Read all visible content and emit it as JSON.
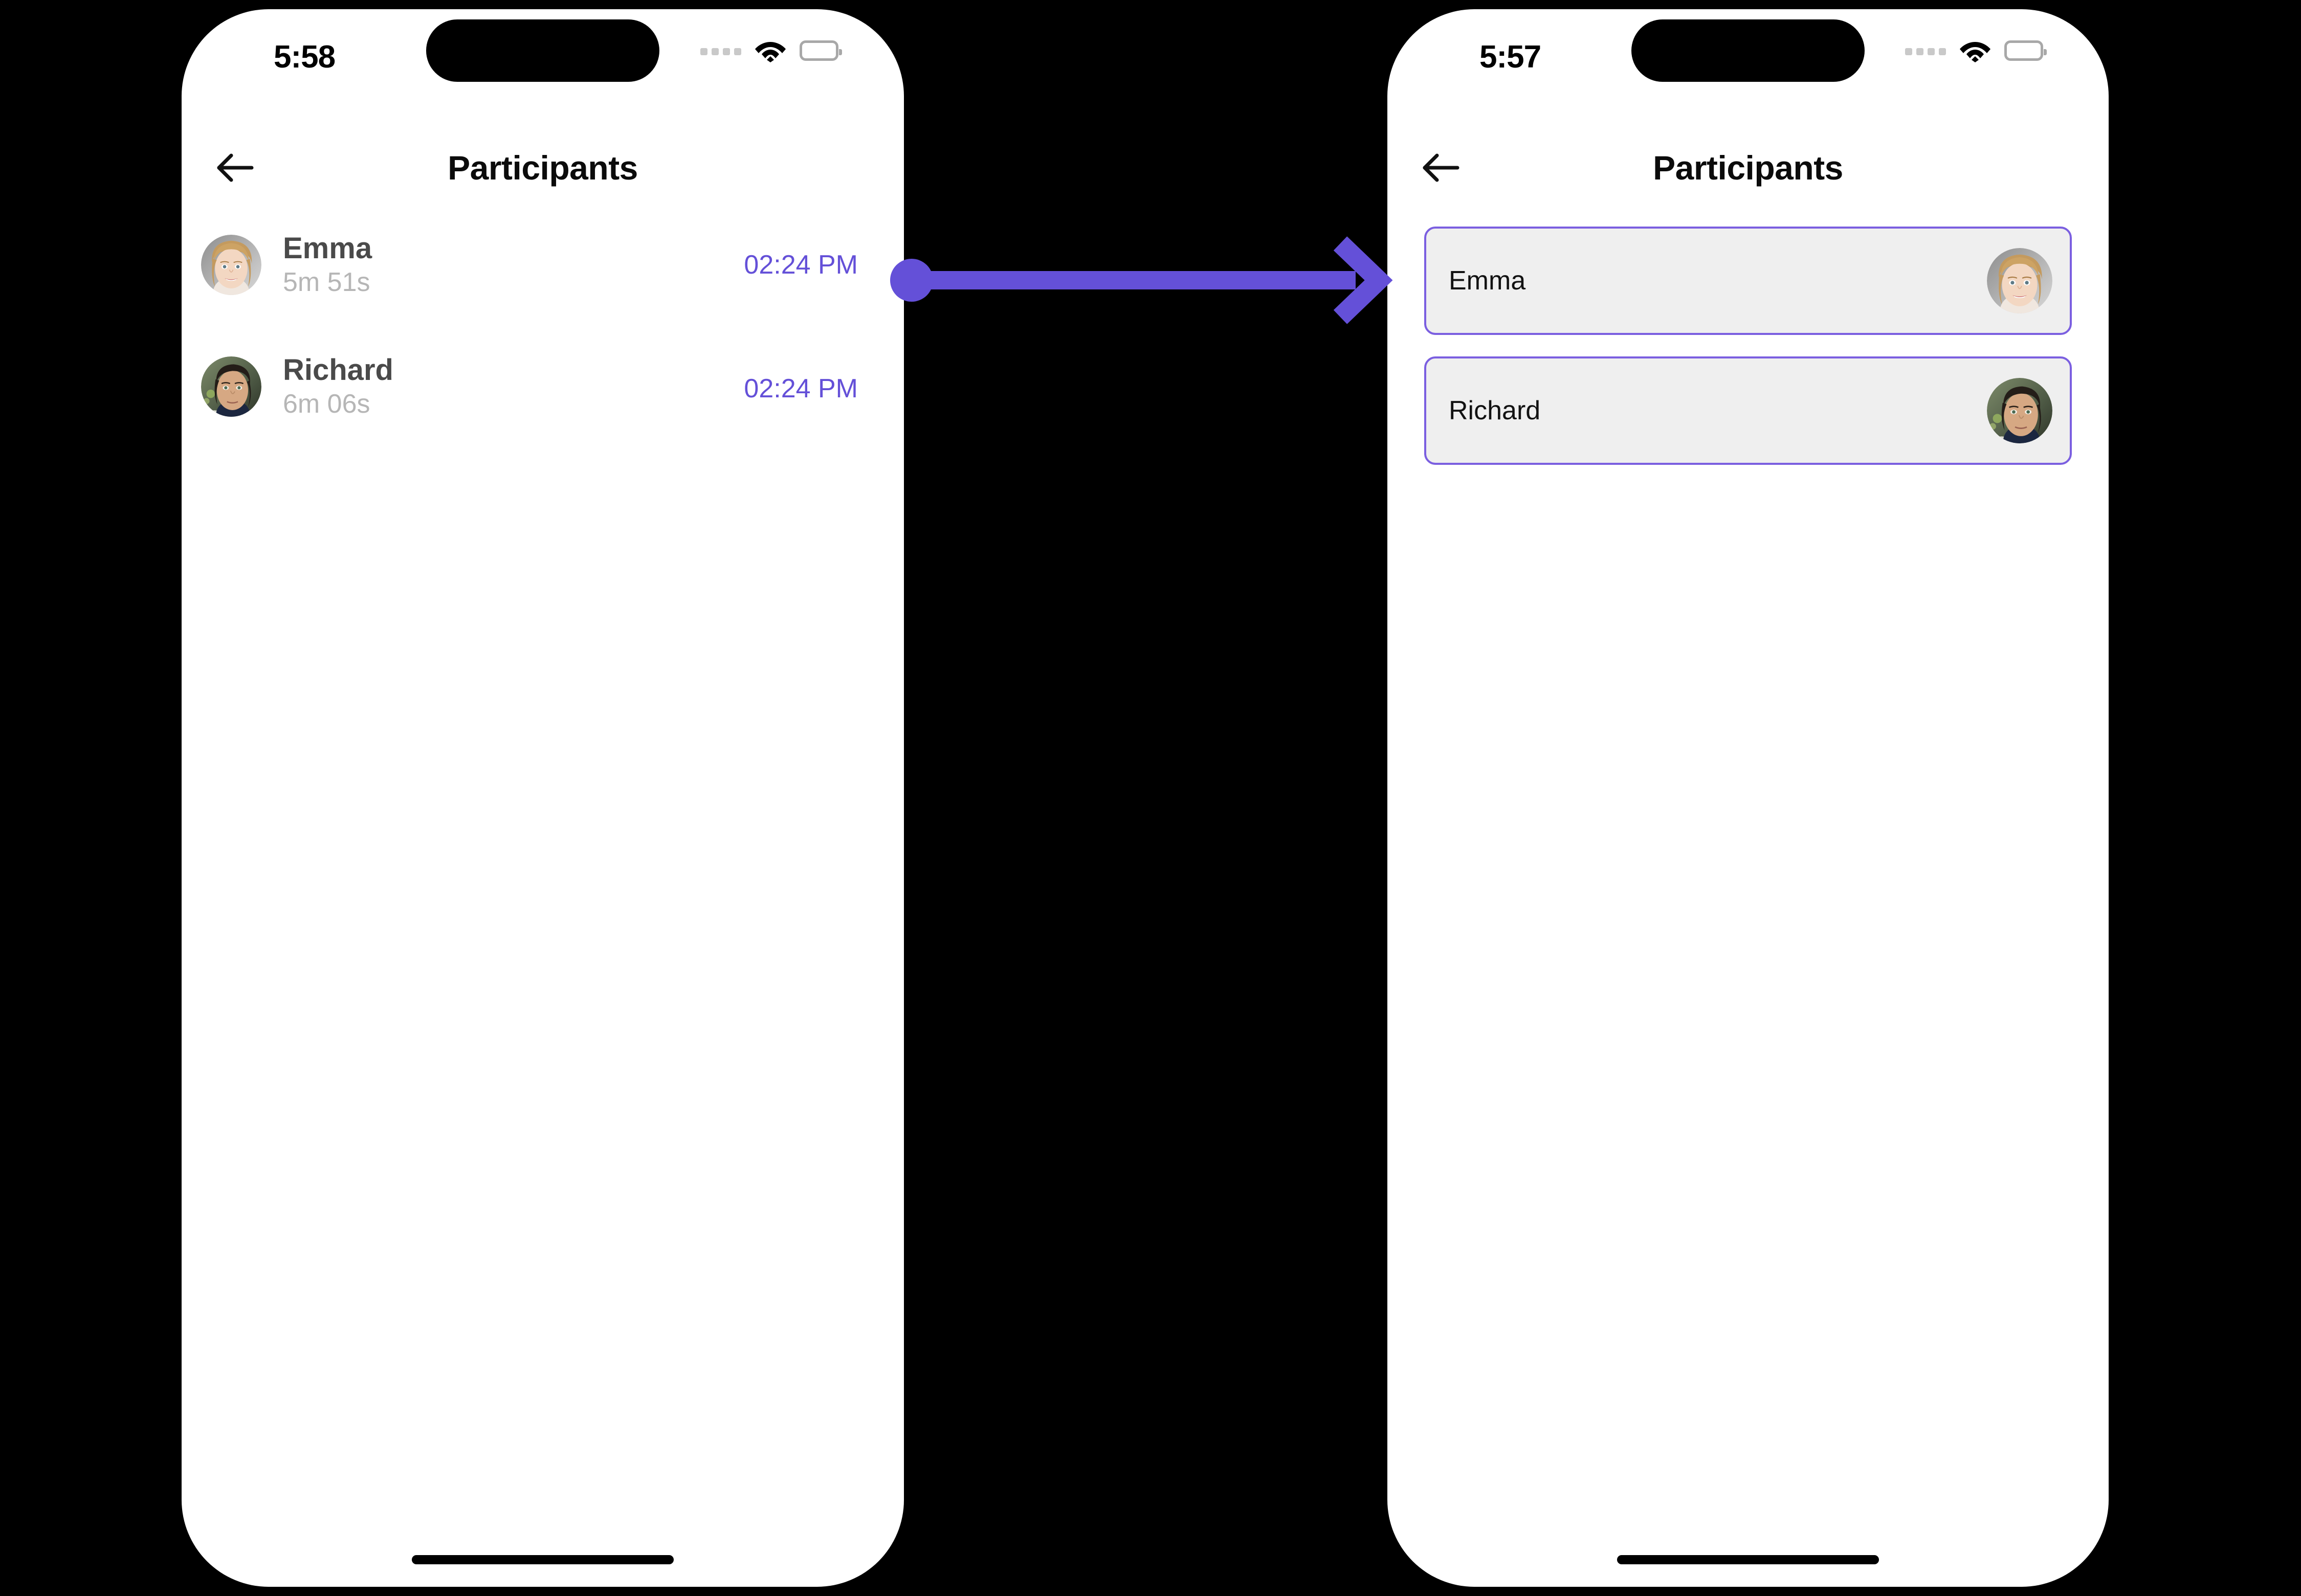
{
  "theme": {
    "accent": "#6450D8",
    "card_border": "#7B5FE0",
    "card_background": "#EFEFEF",
    "page_background": "#000000",
    "phone_background": "#FFFFFF",
    "name_color_left": "#4A4A4A",
    "duration_color": "#B6B6B6"
  },
  "screens": [
    {
      "id": "left",
      "status_bar": {
        "time": "5:58",
        "signal_icon": "signal-dots-icon",
        "wifi_icon": "wifi-icon",
        "battery_icon": "battery-full-icon"
      },
      "nav": {
        "back_icon": "back-arrow-icon",
        "title": "Participants"
      },
      "participants": [
        {
          "name": "Emma",
          "duration": "5m 51s",
          "time": "02:24 PM",
          "avatar": "avatar-emma"
        },
        {
          "name": "Richard",
          "duration": "6m 06s",
          "time": "02:24 PM",
          "avatar": "avatar-richard"
        }
      ]
    },
    {
      "id": "right",
      "status_bar": {
        "time": "5:57",
        "signal_icon": "signal-dots-icon",
        "wifi_icon": "wifi-icon",
        "battery_icon": "battery-full-icon"
      },
      "nav": {
        "back_icon": "back-arrow-icon",
        "title": "Participants"
      },
      "participants": [
        {
          "name": "Emma",
          "avatar": "avatar-emma"
        },
        {
          "name": "Richard",
          "avatar": "avatar-richard"
        }
      ]
    }
  ],
  "annotation": {
    "type": "arrow",
    "color": "#6450D8",
    "origin_label": "02:24 PM",
    "description": "arrow-from-left-screen-emma-row-to-right-screen"
  }
}
